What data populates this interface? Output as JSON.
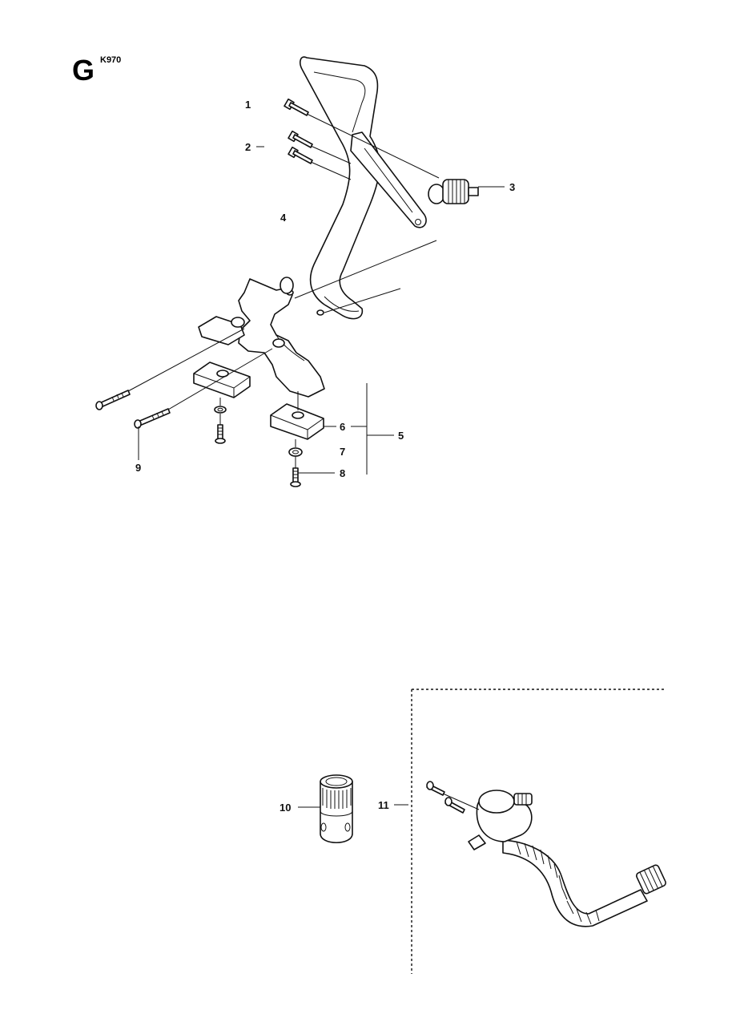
{
  "header": {
    "section_letter": "G",
    "model": "K970"
  },
  "callouts": [
    {
      "id": "1",
      "text": "1"
    },
    {
      "id": "2",
      "text": "2"
    },
    {
      "id": "3",
      "text": "3"
    },
    {
      "id": "4",
      "text": "4"
    },
    {
      "id": "5",
      "text": "5"
    },
    {
      "id": "6",
      "text": "6"
    },
    {
      "id": "7",
      "text": "7"
    },
    {
      "id": "8",
      "text": "8"
    },
    {
      "id": "9",
      "text": "9"
    },
    {
      "id": "10",
      "text": "10"
    },
    {
      "id": "11",
      "text": "11"
    }
  ]
}
